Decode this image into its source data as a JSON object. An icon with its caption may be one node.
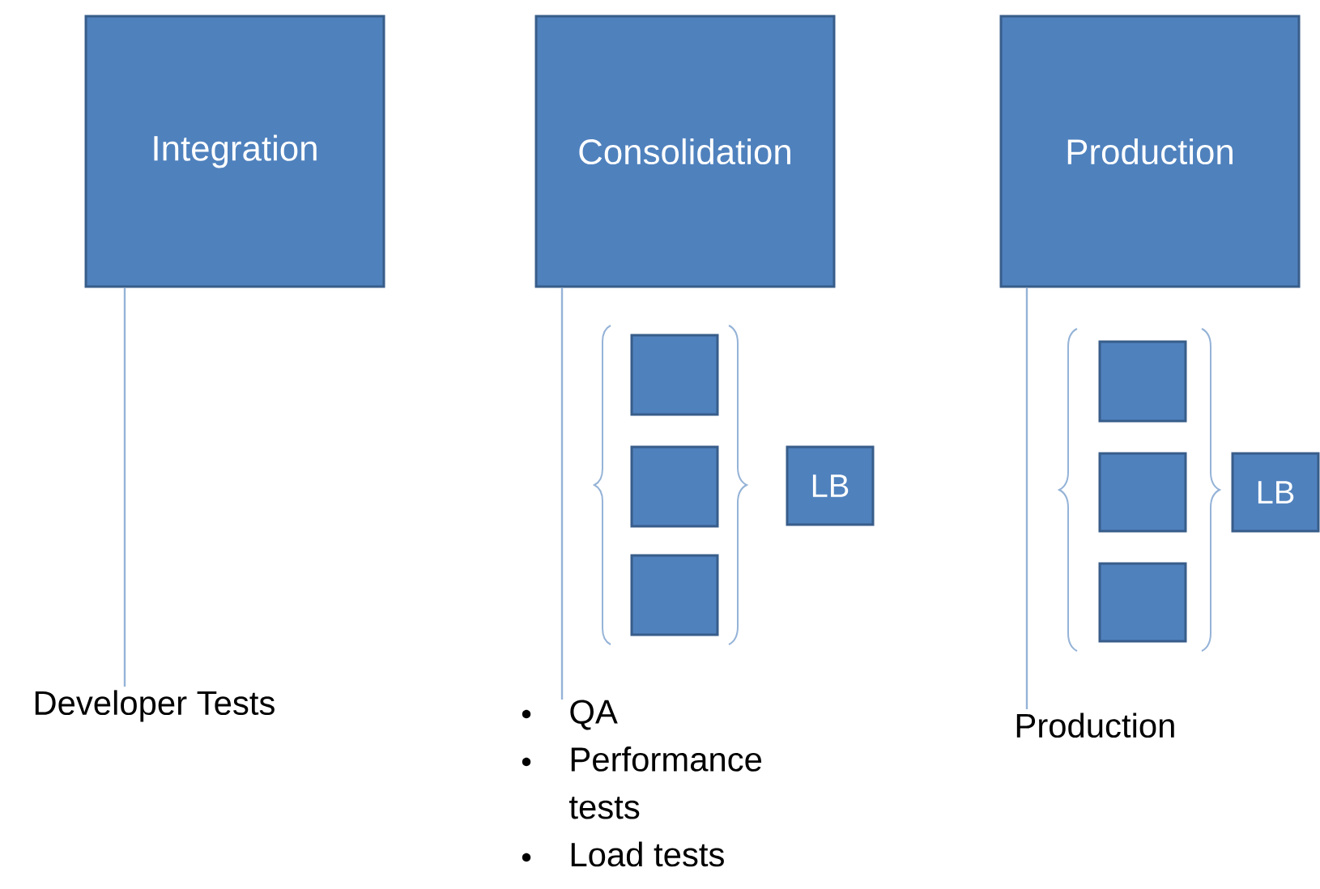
{
  "diagram": {
    "nodes": [
      {
        "text": [
          "Integration"
        ]
      },
      {
        "text": [
          "Consolidation"
        ]
      },
      {
        "text": [
          "Production"
        ]
      },
      {
        "text": [],
        "shape": "box"
      },
      {
        "text": [],
        "shape": "box"
      },
      {
        "text": [],
        "shape": "box"
      },
      {
        "text": [
          "LB"
        ]
      },
      {
        "text": [],
        "shape": "box"
      },
      {
        "text": [],
        "shape": "box"
      },
      {
        "text": [],
        "shape": "box"
      },
      {
        "text": [
          "LB"
        ]
      },
      {
        "text": [
          "Developer Tests"
        ]
      },
      {
        "text": [
          "QA",
          "Performance tests",
          "Load tests"
        ]
      },
      {
        "text": [
          "Production"
        ]
      }
    ],
    "edges": [
      {
        "from": 0,
        "to": 11,
        "arrow": "none"
      },
      {
        "from": 1,
        "to": 12,
        "arrow": "none"
      },
      {
        "from": 2,
        "to": 13,
        "arrow": "none"
      }
    ]
  }
}
